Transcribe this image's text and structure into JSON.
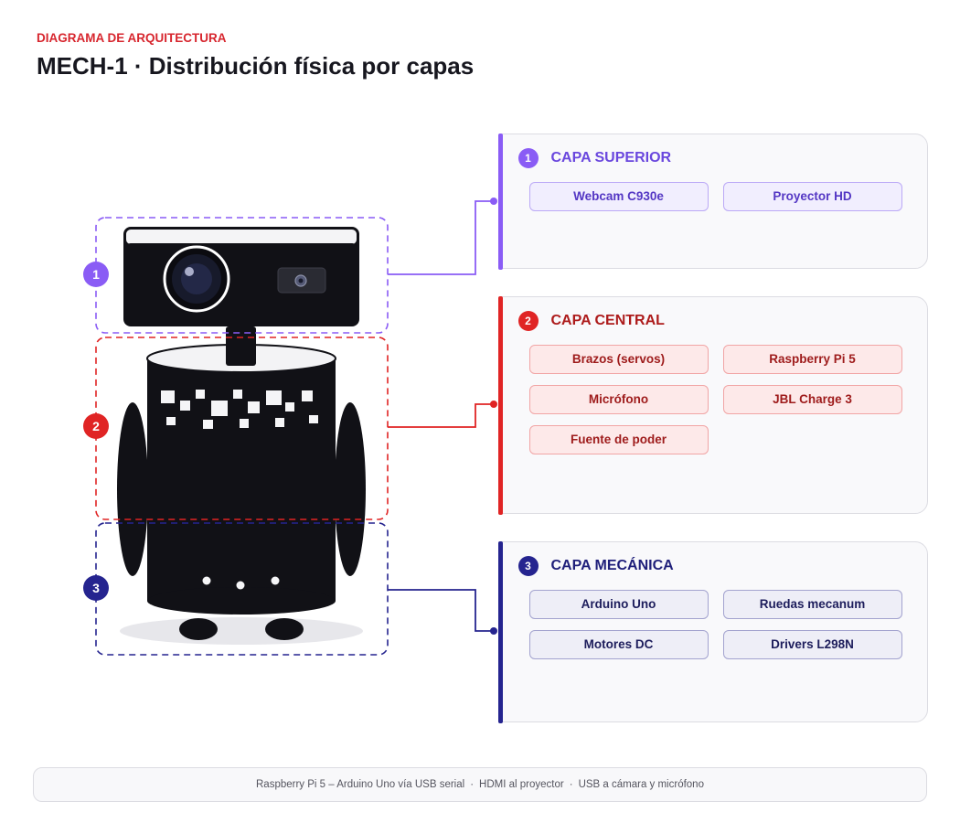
{
  "header": {
    "eyebrow": "DIAGRAMA DE ARQUITECTURA",
    "title": "MECH-1 · Distribución física por capas"
  },
  "theme": {
    "eyebrow_color": "#d7262e",
    "title_color": "#17171f"
  },
  "layers": [
    {
      "number": "1",
      "title": "CAPA SUPERIOR",
      "color": "#8a5cf5",
      "components": [
        "Webcam C930e",
        "Proyector HD"
      ]
    },
    {
      "number": "2",
      "title": "CAPA CENTRAL",
      "color": "#e02424",
      "components": [
        "Brazos (servos)",
        "Raspberry Pi 5",
        "Micrófono",
        "JBL Charge 3",
        "Fuente de poder"
      ]
    },
    {
      "number": "3",
      "title": "CAPA MECÁNICA",
      "color": "#25248f",
      "components": [
        "Arduino Uno",
        "Ruedas mecanum",
        "Motores DC",
        "Drivers L298N"
      ]
    }
  ],
  "footer": {
    "connections": [
      "Raspberry Pi 5 – Arduino Uno vía USB serial",
      "HDMI al proyector",
      "USB a cámara y micrófono"
    ],
    "separator": "·"
  }
}
